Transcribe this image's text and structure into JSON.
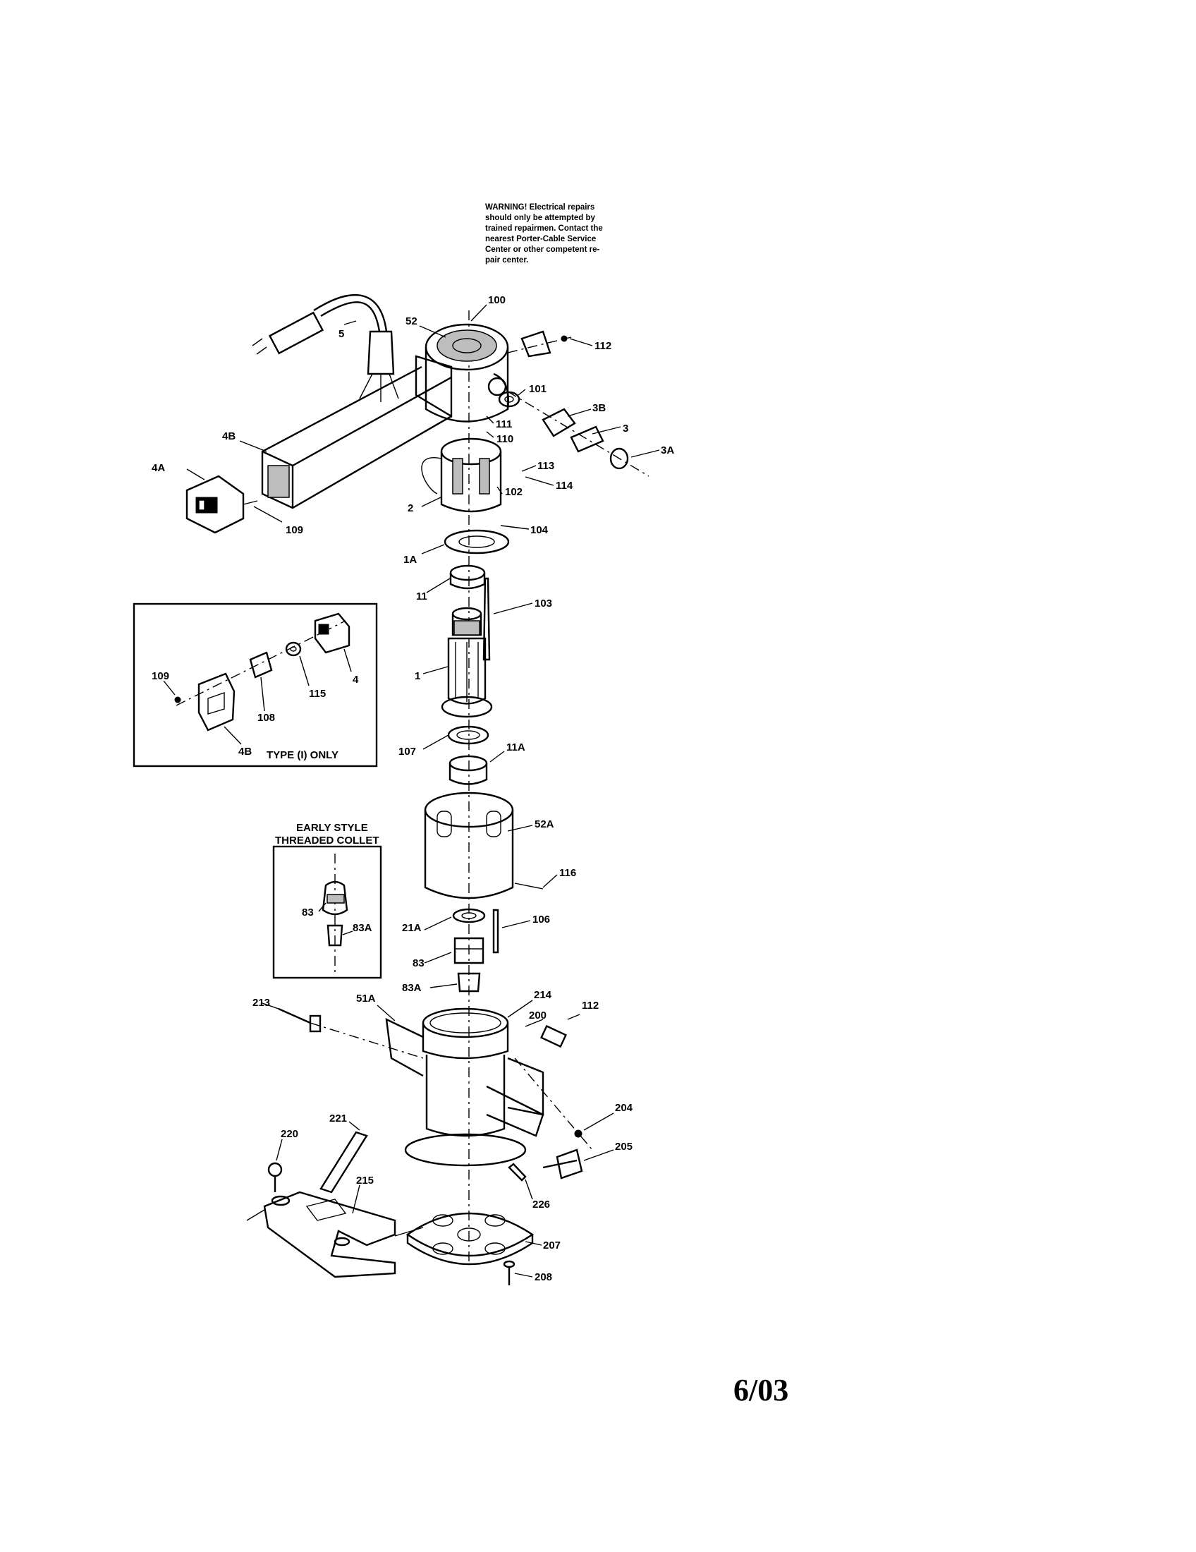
{
  "warning": {
    "lines": [
      "WARNING! Electrical repairs",
      "should only be attempted by",
      "trained repairmen. Contact the",
      "nearest Porter-Cable Service",
      "Center or other competent re-",
      "pair center."
    ]
  },
  "inset_type1": {
    "title": "TYPE (I) ONLY",
    "labels": [
      "109",
      "115",
      "4",
      "108",
      "4B"
    ]
  },
  "inset_collet": {
    "title_line1": "EARLY STYLE",
    "title_line2": "THREADED COLLET",
    "labels": [
      "83",
      "83A"
    ]
  },
  "part_labels": [
    "100",
    "52",
    "5",
    "112",
    "101",
    "3B",
    "111",
    "3",
    "110",
    "3A",
    "4B",
    "4A",
    "113",
    "114",
    "102",
    "2",
    "109",
    "104",
    "1A",
    "11",
    "103",
    "1",
    "107",
    "11A",
    "52A",
    "116",
    "21A",
    "106",
    "83",
    "83A",
    "214",
    "213",
    "51A",
    "200",
    "204",
    "220",
    "221",
    "215",
    "205",
    "226",
    "207",
    "208"
  ],
  "date": "6/03"
}
